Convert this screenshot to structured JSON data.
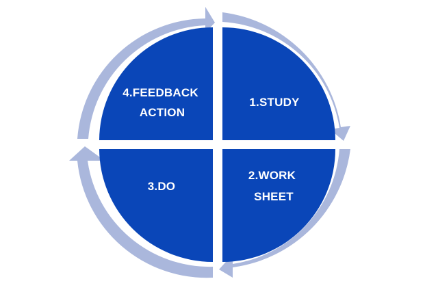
{
  "diagram": {
    "colors": {
      "quadrant_fill": "#0a46b8",
      "arrow_ring": "#aab7dc",
      "label_text": "#ffffff",
      "background": "#ffffff"
    },
    "quadrants": [
      {
        "id": "study",
        "label_lines": [
          "1.STUDY"
        ]
      },
      {
        "id": "worksheet",
        "label_lines": [
          "2.WORK",
          "SHEET"
        ]
      },
      {
        "id": "do",
        "label_lines": [
          "3.DO"
        ]
      },
      {
        "id": "feedback",
        "label_lines": [
          "4.FEEDBACK",
          "ACTION"
        ]
      }
    ]
  }
}
